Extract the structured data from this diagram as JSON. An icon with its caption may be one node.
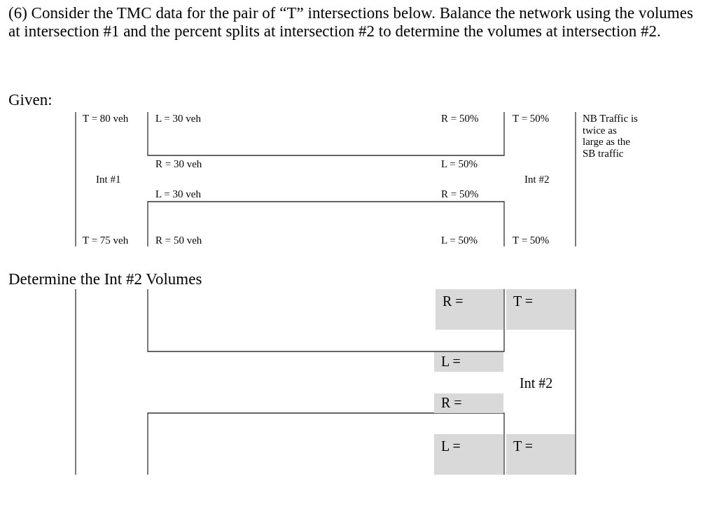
{
  "diagram": {
    "title": "(6) Consider the TMC data for the pair of “T” intersections below. Balance the network using the volumes at intersection #1 and the percent splits at intersection #2 to determine the volumes at intersection #2.",
    "nodes": [
      {
        "text": [
          "R ="
        ]
      },
      {
        "text": [
          "T ="
        ]
      },
      {
        "text": [
          "L ="
        ]
      },
      {
        "text": [
          "R ="
        ]
      },
      {
        "text": [
          "L ="
        ]
      },
      {
        "text": [
          "T ="
        ]
      }
    ],
    "labels": [
      "Given:",
      "T = 80 veh",
      "L = 30 veh",
      "R = 50%",
      "T = 50%",
      "NB Traffic is twice as large as the SB traffic",
      "R = 30 veh",
      "L = 50%",
      "Int #1",
      "Int #2",
      "L = 30 veh",
      "R = 50%",
      "T = 75 veh",
      "R = 50 veh",
      "L = 50%",
      "T = 50%",
      "Determine the Int #2 Volumes",
      "Int #2"
    ]
  }
}
